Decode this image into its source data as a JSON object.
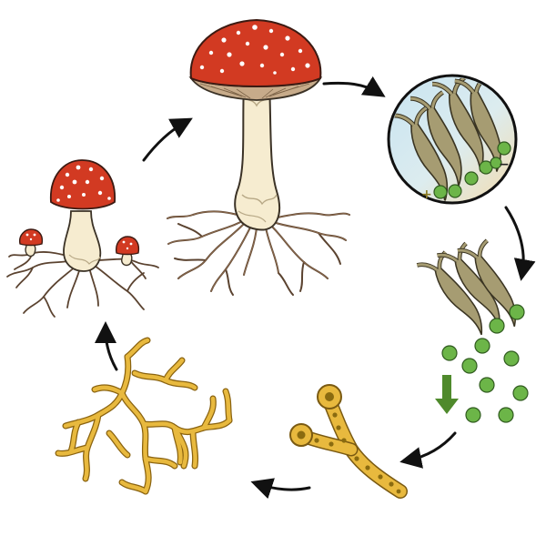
{
  "diagram": {
    "stages": [
      {
        "id": "mature-mushroom",
        "icon": "mature-mushroom-icon"
      },
      {
        "id": "basidia-spores-closeup",
        "icon": "basidia-closeup-icon"
      },
      {
        "id": "spore-release",
        "icon": "spore-release-icon"
      },
      {
        "id": "germinating-hypha",
        "icon": "germinating-spores-icon"
      },
      {
        "id": "mycelium",
        "icon": "mycelium-icon"
      },
      {
        "id": "young-mushrooms",
        "icon": "young-mushrooms-icon"
      }
    ],
    "mating_labels": {
      "plus": "+",
      "minus": "−"
    },
    "colors": {
      "cap": "#d23a22",
      "gills": "#b79a7b",
      "stem": "#f6ecd0",
      "roots": "#8b6a4d",
      "basidia": "#a69c72",
      "spores": "#6cb548",
      "hyphae": "#e8b93e",
      "closeup_bg_top": "#c8e4f1",
      "closeup_bg_bottom": "#f3dcae",
      "fall_arrow": "#4f8a2c",
      "arrows": "#111111"
    }
  }
}
